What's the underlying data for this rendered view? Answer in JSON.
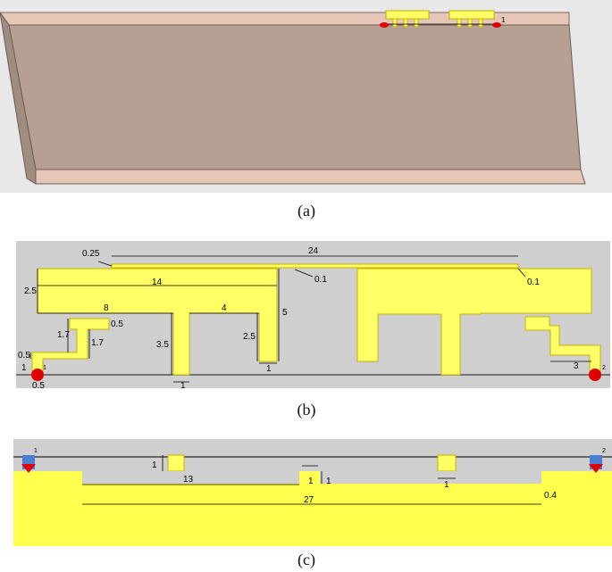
{
  "colors": {
    "substrate_top": "#b6a093",
    "substrate_edge": "#e6c6b7",
    "background_grey": "#cfcfcf",
    "metal": "#ffff66",
    "metal_edge": "#c9b300",
    "port": "#e00000",
    "ground": "#ffff4d"
  },
  "captions": {
    "a": "(a)",
    "b": "(b)",
    "c": "(c)"
  },
  "panel_a": {
    "port_label": "1"
  },
  "panel_b": {
    "dims": {
      "d_0_25": "0.25",
      "d_24": "24",
      "d_0_1_left": "0.1",
      "d_0_1_right": "0.1",
      "d_14": "14",
      "d_2_5_top": "2.5",
      "d_8": "8",
      "d_4": "4",
      "d_5": "5",
      "d_0_5_step": "0.5",
      "d_1_7_left": "1.7",
      "d_1_7_right": "1.7",
      "d_3_5": "3.5",
      "d_2_5_mid": "2.5",
      "d_1_stub": "1",
      "d_1_mid": "1",
      "d_0_5_port": "0.5",
      "d_1_port": "1",
      "d_0_5_bottom": "0.5",
      "d_3": "3"
    },
    "port_labels": {
      "p1": "1",
      "p2": "2"
    }
  },
  "panel_c": {
    "dims": {
      "d_1_left": "1",
      "d_13": "13",
      "d_1_gap": "1",
      "d_1_right": "1",
      "d_1_stub": "1",
      "d_27": "27",
      "d_0_4": "0.4"
    },
    "port_labels": {
      "p1": "1",
      "p2": "2"
    }
  }
}
